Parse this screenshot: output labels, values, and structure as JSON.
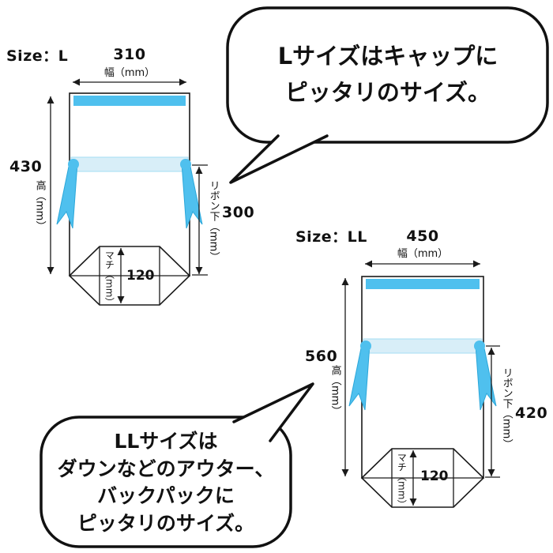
{
  "colors": {
    "ribbon_blue": "#4FC0EE",
    "band_blue": "#D8EEF8",
    "outline": "#1a1a1a"
  },
  "speech_bubbles": {
    "top": {
      "lines": [
        "Lサイズはキャップに",
        "ピッタリのサイズ。"
      ]
    },
    "bottom": {
      "lines": [
        "LLサイズは",
        "ダウンなどのアウター、",
        "バックパックに",
        "ピッタリのサイズ。"
      ]
    }
  },
  "size_l": {
    "size_label": "Size：L",
    "width": {
      "value": "310",
      "label": "幅（mm）"
    },
    "height": {
      "value": "430",
      "label": "高（mm）"
    },
    "below_ribbon": {
      "value": "300",
      "label": "リボン下（mm）"
    },
    "gusset": {
      "value": "120",
      "label": "マチ（mm）"
    }
  },
  "size_ll": {
    "size_label": "Size：LL",
    "width": {
      "value": "450",
      "label": "幅（mm）"
    },
    "height": {
      "value": "560",
      "label": "高（mm）"
    },
    "below_ribbon": {
      "value": "420",
      "label": "リボン下（mm）"
    },
    "gusset": {
      "value": "120",
      "label": "マチ（mm）"
    }
  }
}
